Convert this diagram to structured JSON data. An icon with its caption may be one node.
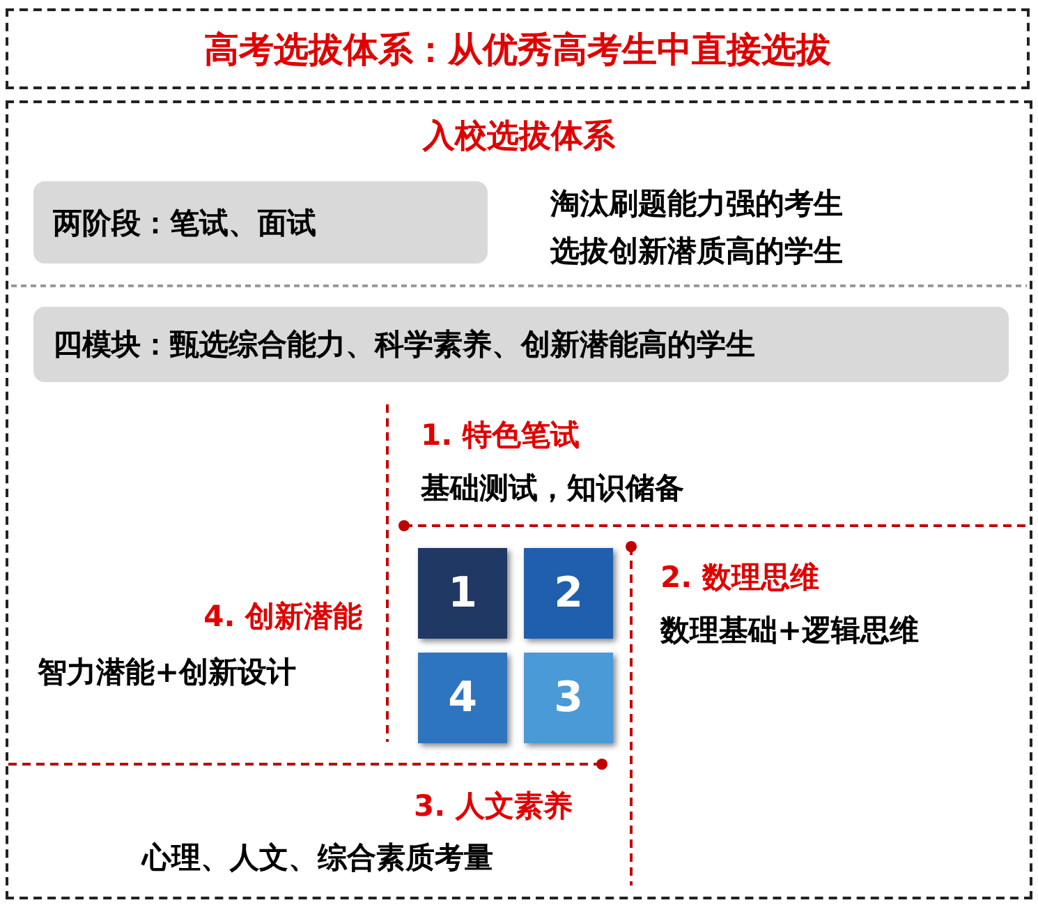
{
  "diagram": {
    "nodes": [
      {
        "text": [
          "高考选拔体系：从优秀高考生中直接选拔"
        ]
      },
      {
        "text": [
          "入校选拔体系"
        ]
      },
      {
        "text": [
          "**两阶段：**笔试、面试"
        ],
        "in": 1
      },
      {
        "text": [
          "**四模块：**甄选综合能力、科学素养、创新潜能高的学生"
        ],
        "in": 1
      },
      {
        "text": [
          "1"
        ],
        "in": 1
      },
      {
        "text": [
          "2"
        ],
        "in": 1
      },
      {
        "text": [
          "4"
        ],
        "in": 1
      },
      {
        "text": [
          "3"
        ],
        "in": 1
      }
    ],
    "edges": [],
    "labels": [
      "淘汰刷题能力强的考生",
      "选拔创新潜质高的学生",
      "1. 特色笔试",
      "基础测试，知识储备",
      "2. 数理思维",
      "数理基础+逻辑思维",
      "4. 创新潜能",
      "智力潜能+创新设计",
      "3. 人文素养",
      "心理、人文、综合素质考量"
    ]
  }
}
